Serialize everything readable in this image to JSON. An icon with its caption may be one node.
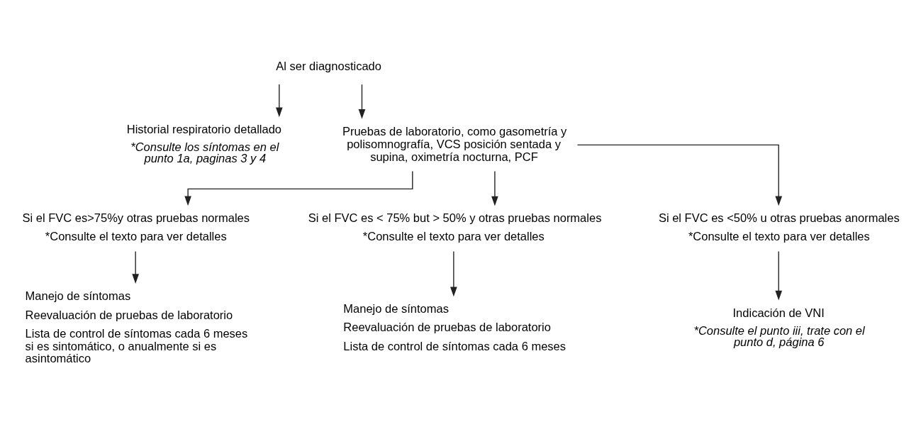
{
  "diagram": {
    "nodes": [
      {
        "text": [
          "Al ser diagnosticado"
        ]
      },
      {
        "text": [
          "Historial respiratorio detallado",
          "*Consulte los síntomas en el punto 1a, paginas 3 y 4"
        ]
      },
      {
        "text": [
          "Pruebas de laboratorio, como gasometría y polisomnografía, VCS posición sentada y supina, oximetría nocturna, PCF"
        ]
      },
      {
        "text": [
          "Si el FVC es>75%y otras pruebas normales",
          "*Consulte el texto para ver detalles"
        ]
      },
      {
        "text": [
          "Si el FVC es < 75% but > 50% y otras pruebas normales",
          "*Consulte el texto para ver detalles"
        ]
      },
      {
        "text": [
          "Si el FVC es <50% u otras pruebas anormales",
          "*Consulte el texto para ver detalles"
        ]
      },
      {
        "text": [
          "Manejo de síntomas",
          "Reevaluación de pruebas de laboratorio",
          "Lista de control de síntomas cada 6 meses si es sintomático, o anualmente si es asintomático"
        ]
      },
      {
        "text": [
          "Manejo de síntomas",
          "Reevaluación de pruebas de laboratorio",
          "Lista de control de síntomas cada 6 meses"
        ]
      },
      {
        "text": [
          "Indicación de VNI",
          "*Consulte el punto iii, trate con el punto d, página 6"
        ]
      }
    ],
    "edges": [
      {
        "from": 0,
        "to": 1,
        "arrow": "to"
      },
      {
        "from": 0,
        "to": 2,
        "arrow": "to"
      },
      {
        "from": 2,
        "to": 3,
        "arrow": "to"
      },
      {
        "from": 2,
        "to": 4,
        "arrow": "to"
      },
      {
        "from": 2,
        "to": 5,
        "arrow": "to"
      },
      {
        "from": 3,
        "to": 6,
        "arrow": "to"
      },
      {
        "from": 4,
        "to": 7,
        "arrow": "to"
      },
      {
        "from": 5,
        "to": 8,
        "arrow": "to"
      }
    ]
  }
}
